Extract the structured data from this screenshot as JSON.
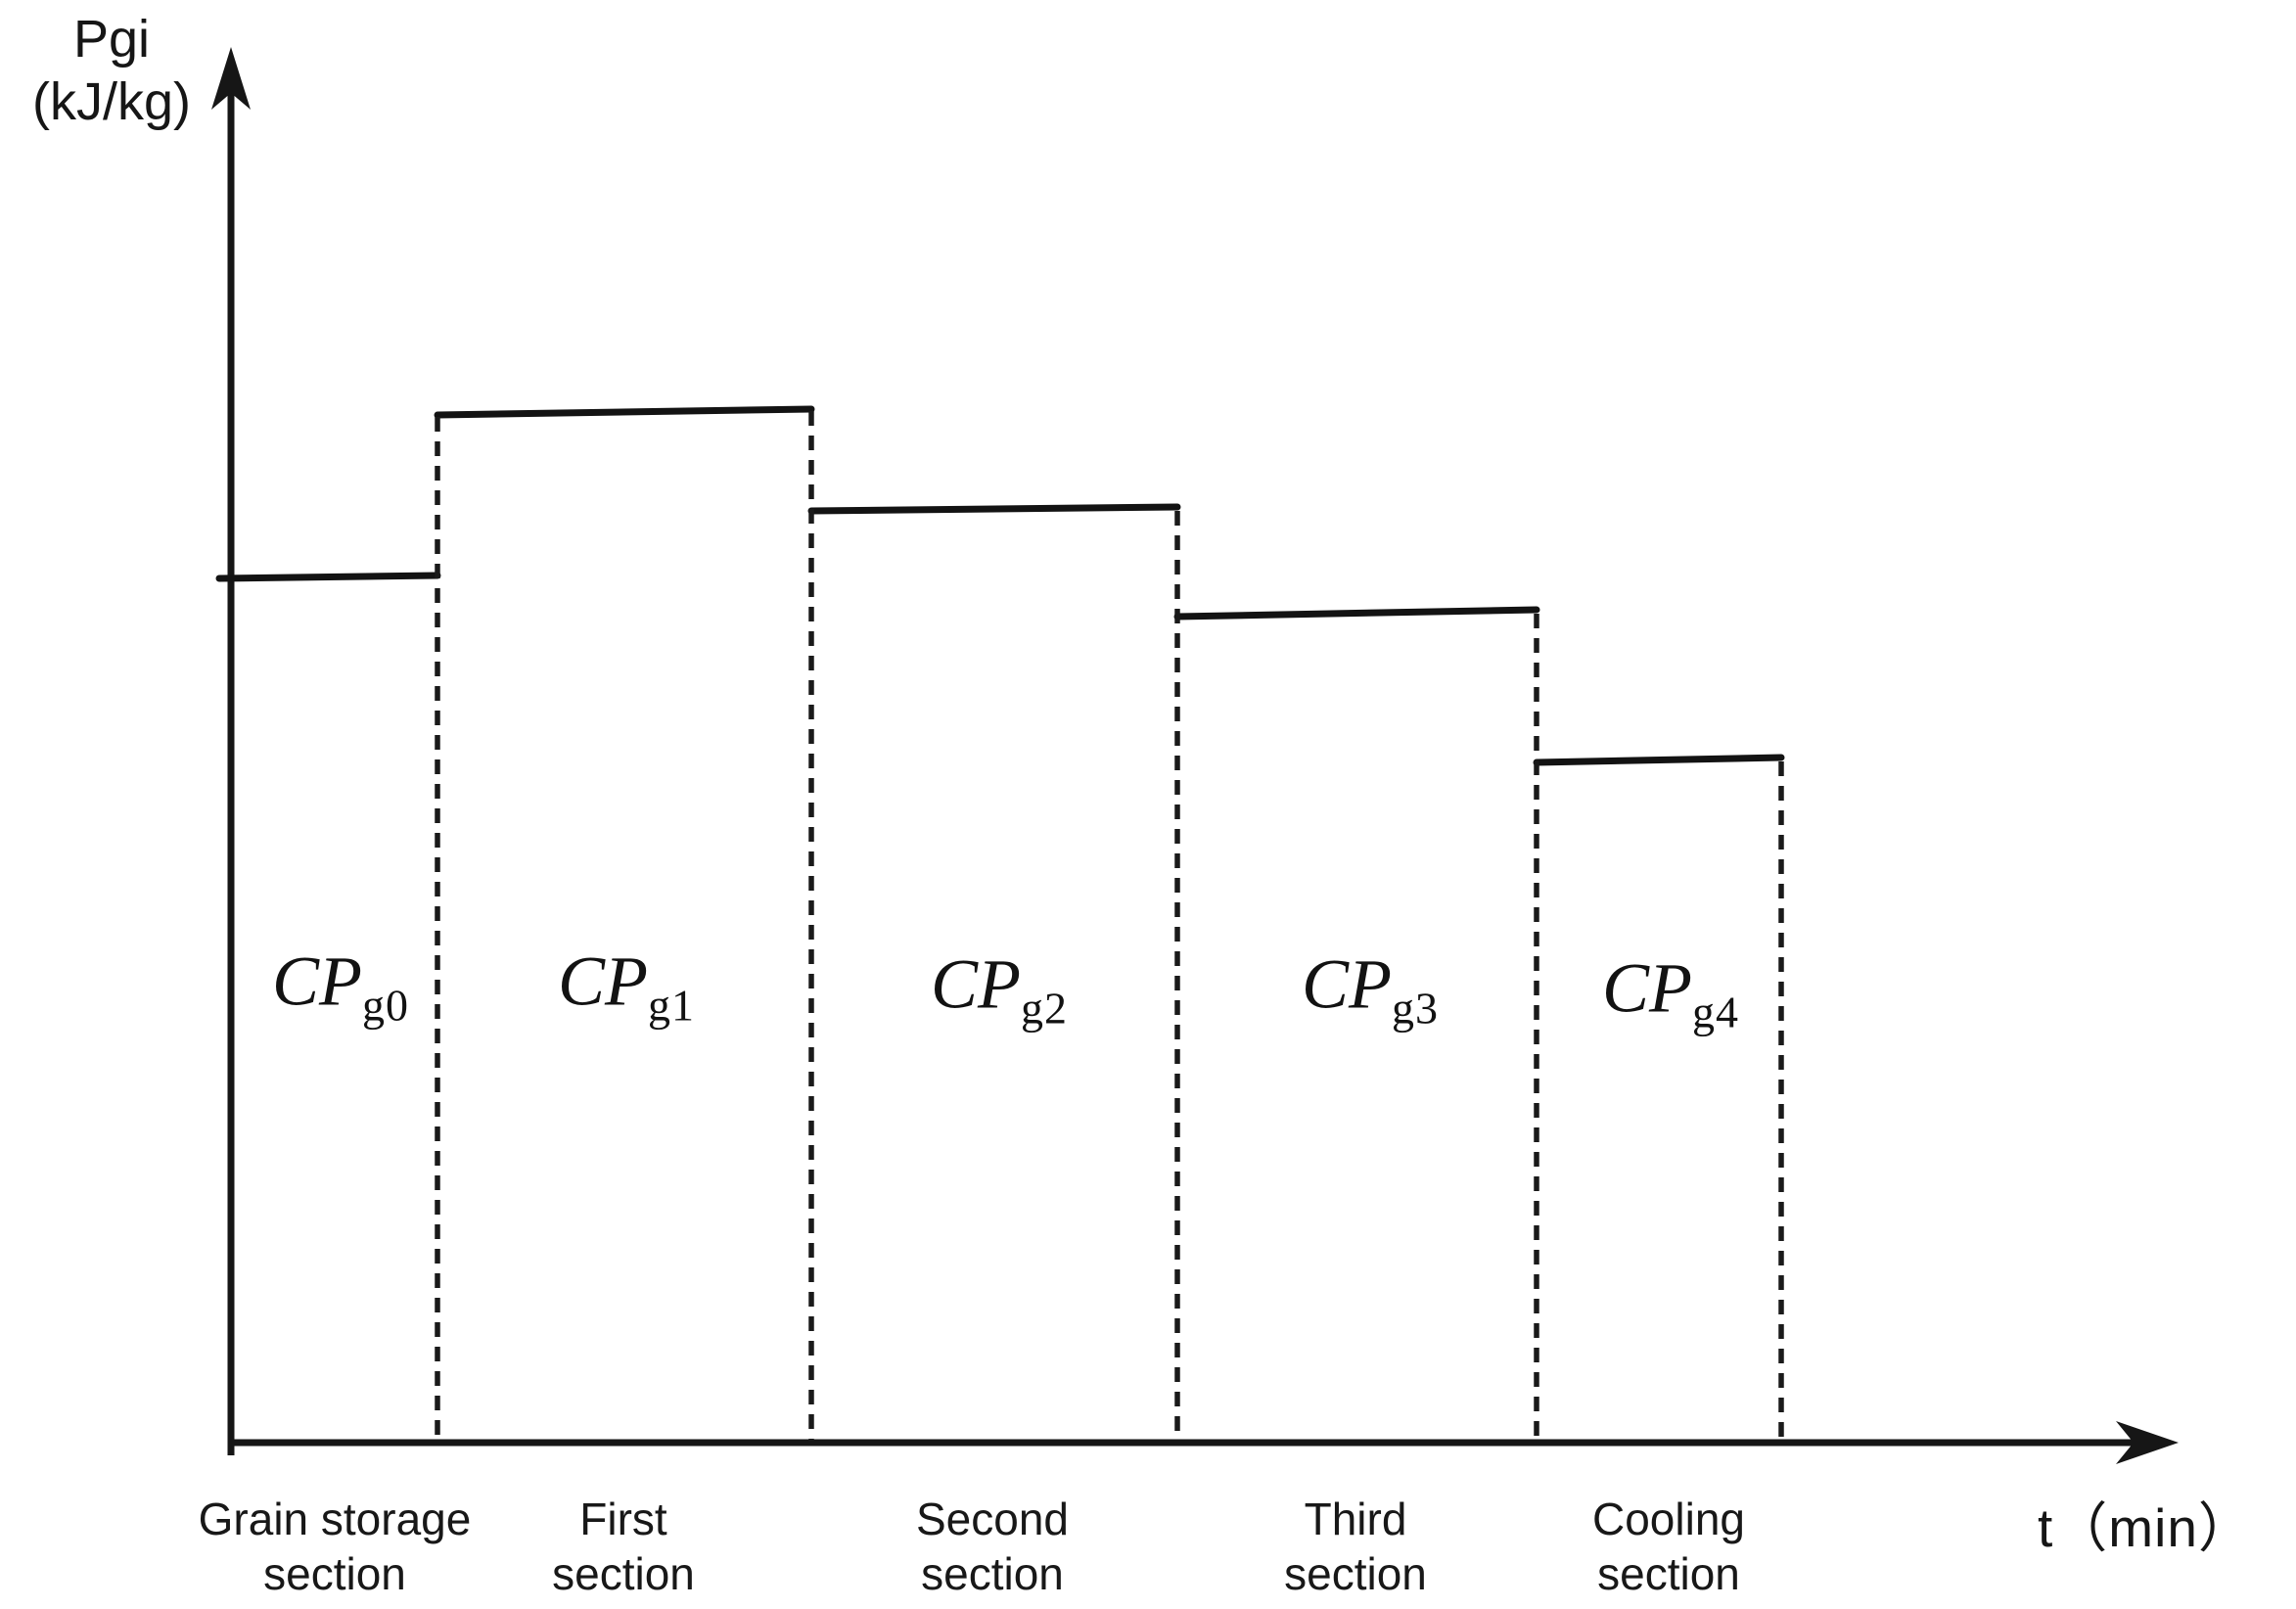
{
  "figure": {
    "background": "#ffffff",
    "ink_color": "#141414",
    "y_axis_label_line1": "Pgi",
    "y_axis_label_line2": "(kJ/kg)",
    "x_axis_label": "t（min）"
  },
  "sections": [
    {
      "cp_main": "CP",
      "cp_sub": "g0",
      "label_line1": "Grain storage",
      "label_line2": "section"
    },
    {
      "cp_main": "CP",
      "cp_sub": "g1",
      "label_line1": "First",
      "label_line2": "section"
    },
    {
      "cp_main": "CP",
      "cp_sub": "g2",
      "label_line1": "Second",
      "label_line2": "section"
    },
    {
      "cp_main": "CP",
      "cp_sub": "g3",
      "label_line1": "Third",
      "label_line2": "section"
    },
    {
      "cp_main": "CP",
      "cp_sub": "g4",
      "label_line1": "Cooling",
      "label_line2": "section"
    }
  ],
  "chart_data": {
    "type": "step",
    "title": "",
    "xlabel": "t（min）",
    "ylabel": "Pgi (kJ/kg)",
    "grid": false,
    "legend": "none",
    "axis_numeric_ticks": "none (schematic step profile, no numeric scale shown)",
    "categories": [
      "Grain storage section",
      "First section",
      "Second section",
      "Third section",
      "Cooling section"
    ],
    "step_labels": [
      "CPg0",
      "CPg1",
      "CPg2",
      "CPg3",
      "CPg4"
    ],
    "relative_levels": [
      0.84,
      1.0,
      0.91,
      0.8,
      0.66
    ],
    "relative_durations": [
      0.14,
      0.24,
      0.235,
      0.23,
      0.155
    ],
    "style_notes": "Each section drawn as a plateau with solid top line and dashed vertical boundaries down to the t-axis"
  }
}
